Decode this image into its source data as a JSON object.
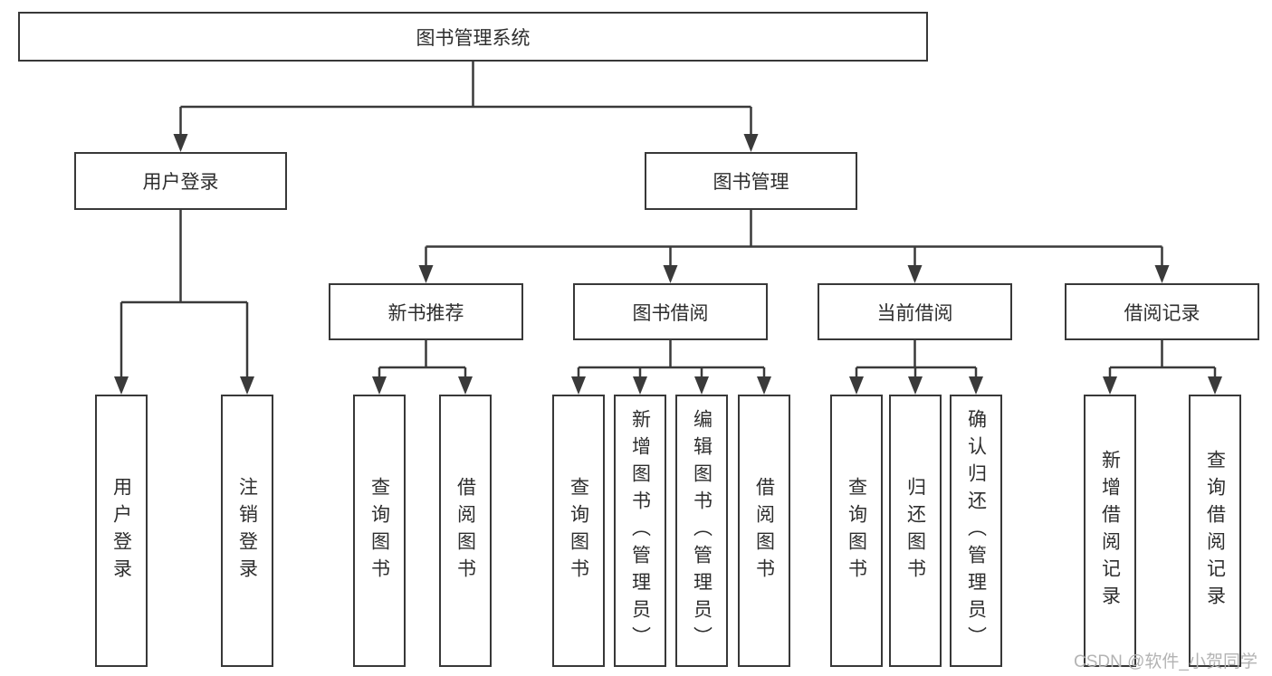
{
  "diagram": {
    "type": "hierarchy-tree",
    "levels": 4
  },
  "nodes": {
    "root": {
      "label": "图书管理系统"
    },
    "l2": [
      {
        "label": "用户登录"
      },
      {
        "label": "图书管理"
      }
    ],
    "l3": [
      {
        "label": "新书推荐"
      },
      {
        "label": "图书借阅"
      },
      {
        "label": "当前借阅"
      },
      {
        "label": "借阅记录"
      }
    ],
    "leaves": {
      "user": [
        "用户登录",
        "注销登录"
      ],
      "newbook": [
        "查询图书",
        "借阅图书"
      ],
      "borrow": [
        "查询图书",
        "新增图书（管理员）",
        "编辑图书（管理员）",
        "借阅图书"
      ],
      "current": [
        "查询图书",
        "归还图书",
        "确认归还（管理员）"
      ],
      "records": [
        "新增借阅记录",
        "查询借阅记录"
      ]
    }
  },
  "watermark": {
    "text": "CSDN @软件_小贺同学",
    "color": "#b3b3b3"
  },
  "colors": {
    "background": "#ffffff",
    "box_fill": "#ffffff",
    "box_border": "#383838",
    "line": "#3a3a3a",
    "text": "#2e2e2e"
  }
}
